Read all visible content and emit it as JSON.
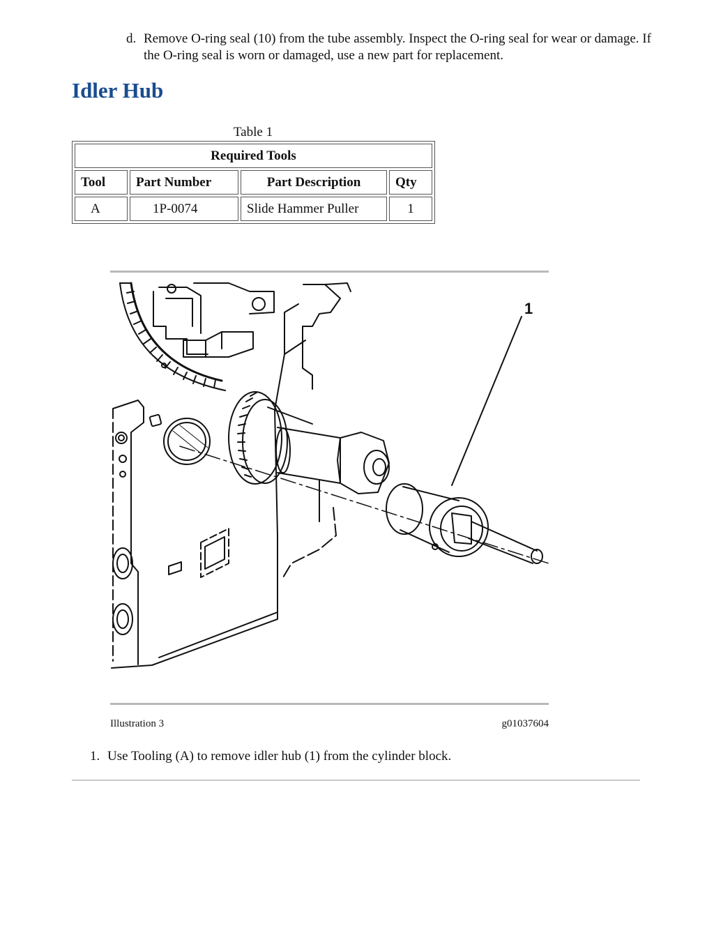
{
  "prev_step": {
    "marker": "d.",
    "text": "Remove O-ring seal (10) from the tube assembly. Inspect the O-ring seal for wear or damage. If the O-ring seal is worn or damaged, use a new part for replacement."
  },
  "section": {
    "title": "Idler Hub"
  },
  "table": {
    "caption": "Table 1",
    "title": "Required Tools",
    "headers": [
      "Tool",
      "Part Number",
      "Part Description",
      "Qty"
    ],
    "rows": [
      [
        "A",
        "1P-0074",
        "Slide Hammer Puller",
        "1"
      ]
    ]
  },
  "illustration": {
    "callout": "1",
    "caption_left": "Illustration 3",
    "caption_right": "g01037604"
  },
  "step": {
    "marker": "1.",
    "text": "Use Tooling (A) to remove idler hub (1) from the cylinder block."
  }
}
